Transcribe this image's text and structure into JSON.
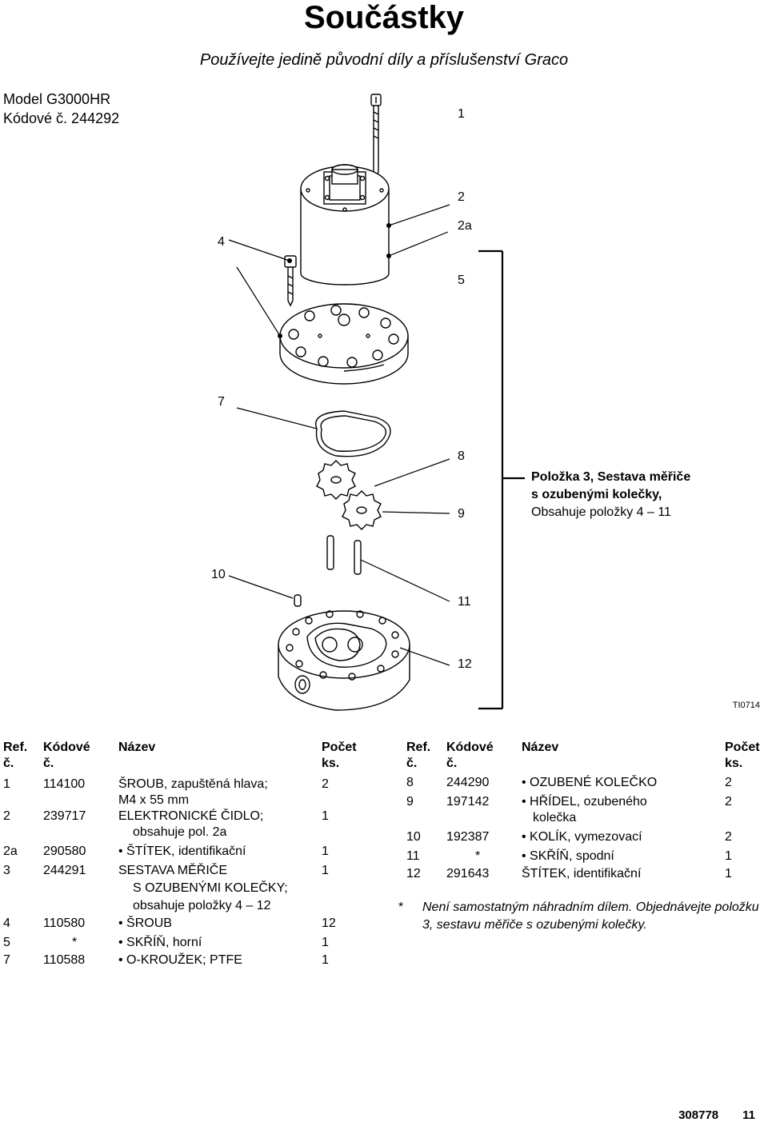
{
  "title": "Součástky",
  "subtitle": "Používejte jedině původní díly a příslušenství Graco",
  "model_line1": "Model G3000HR",
  "model_line2": "Kódové č. 244292",
  "callouts": {
    "c1": "1",
    "c2": "2",
    "c2a": "2a",
    "c4": "4",
    "c5": "5",
    "c7": "7",
    "c8": "8",
    "c9": "9",
    "c10": "10",
    "c11": "11",
    "c12": "12"
  },
  "assembly_label": {
    "line1": "Položka 3, Sestava měřiče",
    "line2": "s ozubenými kolečky,",
    "line3": "Obsahuje položky 4 – 11"
  },
  "figure_id": "TI0714",
  "table_headers": {
    "ref1": "Ref.",
    "ref2": "č.",
    "code1": "Kódové",
    "code2": "č.",
    "name": "Název",
    "qty1": "Počet",
    "qty2": "ks."
  },
  "left_rows": [
    {
      "ref": "1",
      "code": "114100",
      "l1": "ŠROUB, zapuštěná hlava;",
      "l2": "M4 x 55 mm",
      "l3": "",
      "qty": "2"
    },
    {
      "ref": "2",
      "code": "239717",
      "l1": "ELEKTRONICKÉ ČIDLO;",
      "l2": "obsahuje pol. 2a",
      "l3": "",
      "qty": "1"
    },
    {
      "ref": "2a",
      "code": "290580",
      "l1": "ŠTÍTEK, identifikační",
      "l2": "",
      "l3": "",
      "qty": "1"
    },
    {
      "ref": "3",
      "code": "244291",
      "l1": "SESTAVA MĚŘIČE",
      "l2": "S OZUBENÝMI KOLEČKY;",
      "l3": "obsahuje položky 4 – 12",
      "qty": "1"
    },
    {
      "ref": "4",
      "code": "110580",
      "l1": "ŠROUB",
      "l2": "",
      "l3": "",
      "qty": "12"
    },
    {
      "ref": "5",
      "code": "*",
      "l1": "SKŘÍŇ, horní",
      "l2": "",
      "l3": "",
      "qty": "1"
    },
    {
      "ref": "7",
      "code": "110588",
      "l1": "O-KROUŽEK; PTFE",
      "l2": "",
      "l3": "",
      "qty": "1"
    }
  ],
  "right_rows": [
    {
      "ref": "8",
      "code": "244290",
      "l1": "OZUBENÉ KOLEČKO",
      "l2": "",
      "qty": "2"
    },
    {
      "ref": "9",
      "code": "197142",
      "l1": "HŘÍDEL, ozubeného",
      "l2": "kolečka",
      "qty": "2"
    },
    {
      "ref": "10",
      "code": "192387",
      "l1": "KOLÍK, vymezovací",
      "l2": "",
      "qty": "2"
    },
    {
      "ref": "11",
      "code": "*",
      "l1": "SKŘÍŇ, spodní",
      "l2": "",
      "qty": "1"
    },
    {
      "ref": "12",
      "code": "291643",
      "l1": "ŠTÍTEK, identifikační",
      "l2": "",
      "qty": "1"
    }
  ],
  "footnote_star": "*",
  "footnote": "Není samostatným náhradním dílem. Objednávejte položku 3, sestavu měřiče s ozubenými kolečky.",
  "footer": {
    "doc_number": "308778",
    "page": "11"
  }
}
